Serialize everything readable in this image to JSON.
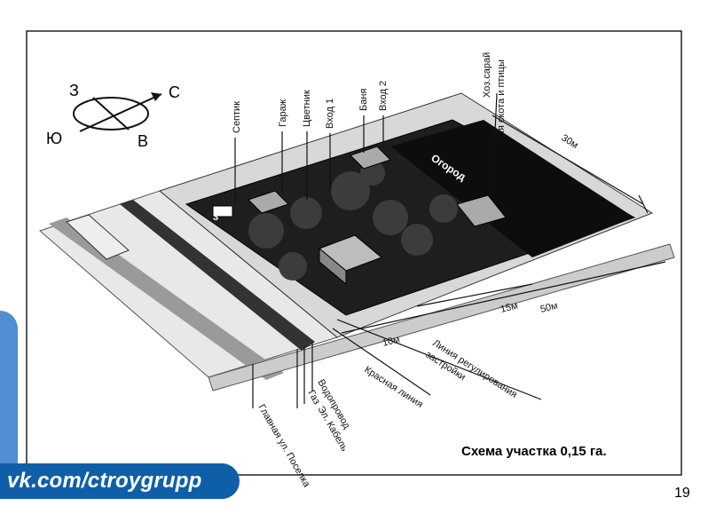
{
  "compass": {
    "west": "З",
    "east": "С",
    "south": "Ю",
    "north": "В"
  },
  "buildings": {
    "septic": "Септик",
    "garage": "Гараж",
    "flowerbed": "Цветник",
    "entrance1": "Вход 1",
    "bath": "Баня",
    "entrance2": "Вход 2",
    "barn": "Хоз.сарай",
    "barn2": "для скота и птицы",
    "garden": "Огород"
  },
  "dimensions": {
    "d30": "30м",
    "d15": "15м",
    "d50": "50м",
    "d10": "10м",
    "d3": "3"
  },
  "lines": {
    "building_line1": "Линия регулирования",
    "building_line2": "застройки",
    "red_line": "Красная линия",
    "water": "Водопровод",
    "gas": "Газ",
    "cable": "Эл. Кабель",
    "main_street": "Главная ул. Поселка"
  },
  "caption": "Схема участка 0,15 га.",
  "page_number": "19",
  "watermark": "vk.com/ctroygrupp",
  "colors": {
    "watermark": "#0f5fa8",
    "accent": "#4f8ed0"
  }
}
